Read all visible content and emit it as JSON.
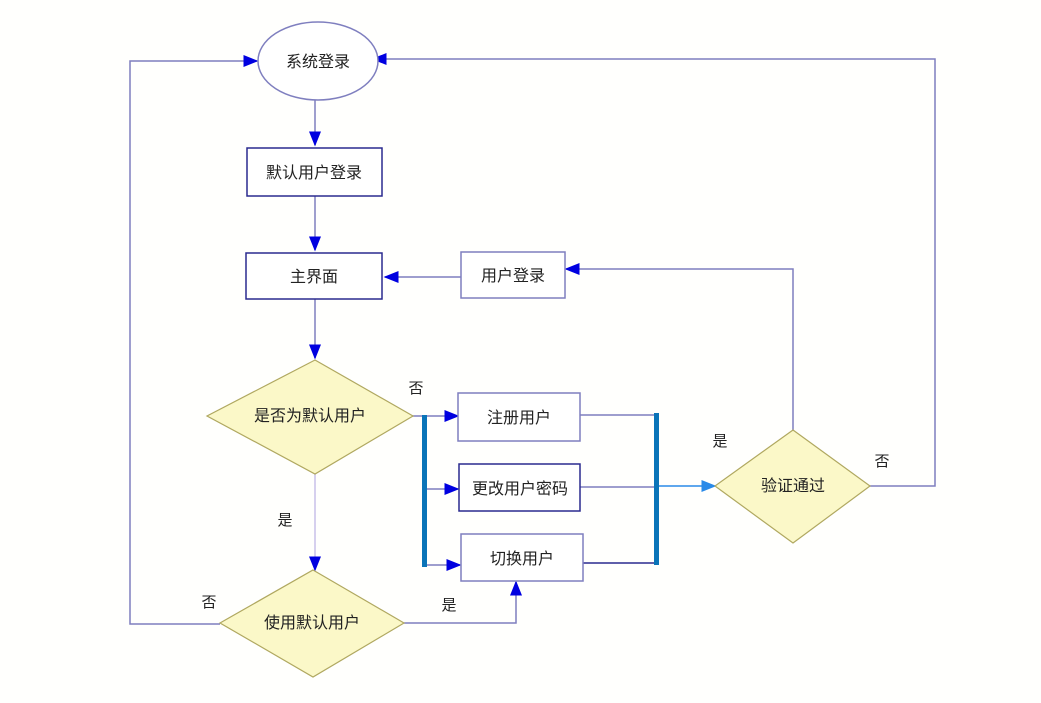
{
  "diagram": {
    "type": "flowchart",
    "colors": {
      "line": "#7f7fbf",
      "arrow": "#0000e0",
      "box_border": "#2a2a8f",
      "decision_fill": "#fbf8c8",
      "decision_border": "#b0a860",
      "bar": "#0a74b8",
      "light_arrow": "#2a8ae8"
    },
    "nodes": {
      "start": "系统登录",
      "default_login": "默认用户登录",
      "main": "主界面",
      "user_login": "用户登录",
      "is_default": "是否为默认用户",
      "register": "注册用户",
      "change_pwd": "更改用户密码",
      "switch_user": "切换用户",
      "verify": "验证通过",
      "use_default": "使用默认用户"
    },
    "edge_labels": {
      "is_default_no": "否",
      "is_default_yes": "是",
      "use_default_no": "否",
      "use_default_yes": "是",
      "verify_yes": "是",
      "verify_no": "否"
    }
  }
}
